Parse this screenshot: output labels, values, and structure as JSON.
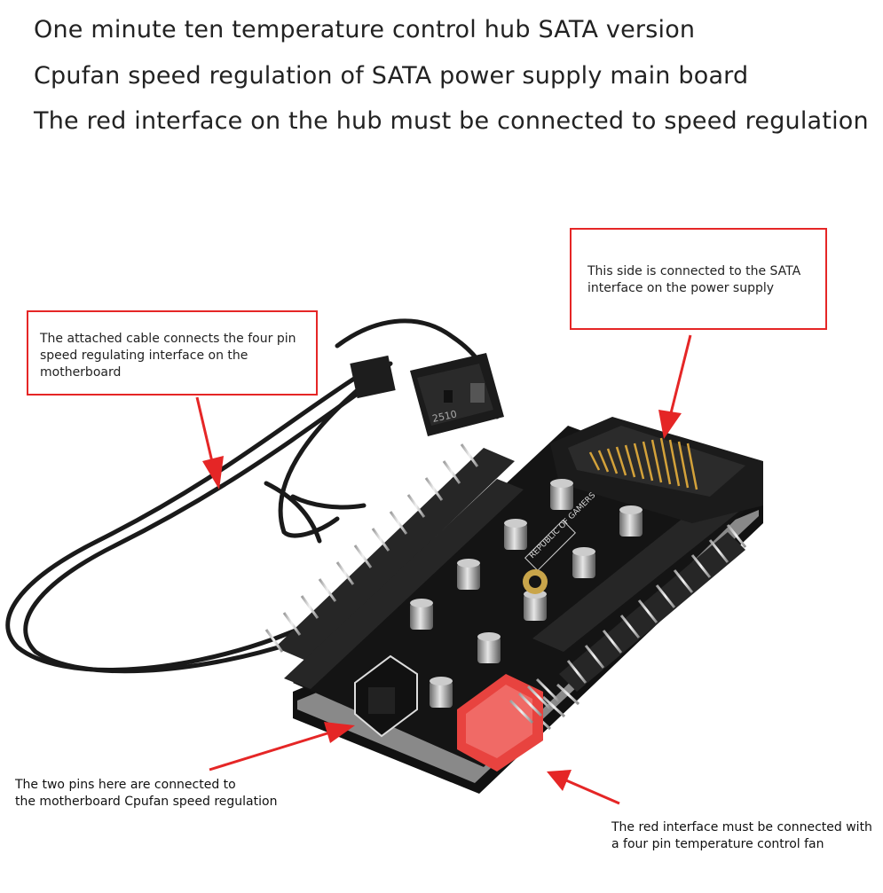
{
  "headlines": [
    "One minute ten temperature control hub SATA version",
    "Cpufan speed regulation of SATA power supply main board",
    "The red interface on the hub must be connected to speed regulation"
  ],
  "callouts": {
    "sata_side": [
      "This side is connected to the SATA",
      "interface on the power supply"
    ],
    "cable": [
      "The attached cable connects the four pin",
      "speed regulating interface on the",
      "motherboard"
    ],
    "two_pins": [
      "The two pins here are connected to",
      "the motherboard Cpufan speed regulation"
    ],
    "red_interface": [
      "The red interface must be connected with",
      "a four pin temperature control fan"
    ]
  },
  "board_print": {
    "connector_code": "2510",
    "silkscreen": "REPUBLIC OF GAMERS"
  },
  "colors": {
    "accent_red": "#e52626",
    "pcb_black": "#141414",
    "red_header": "#e8433f"
  }
}
